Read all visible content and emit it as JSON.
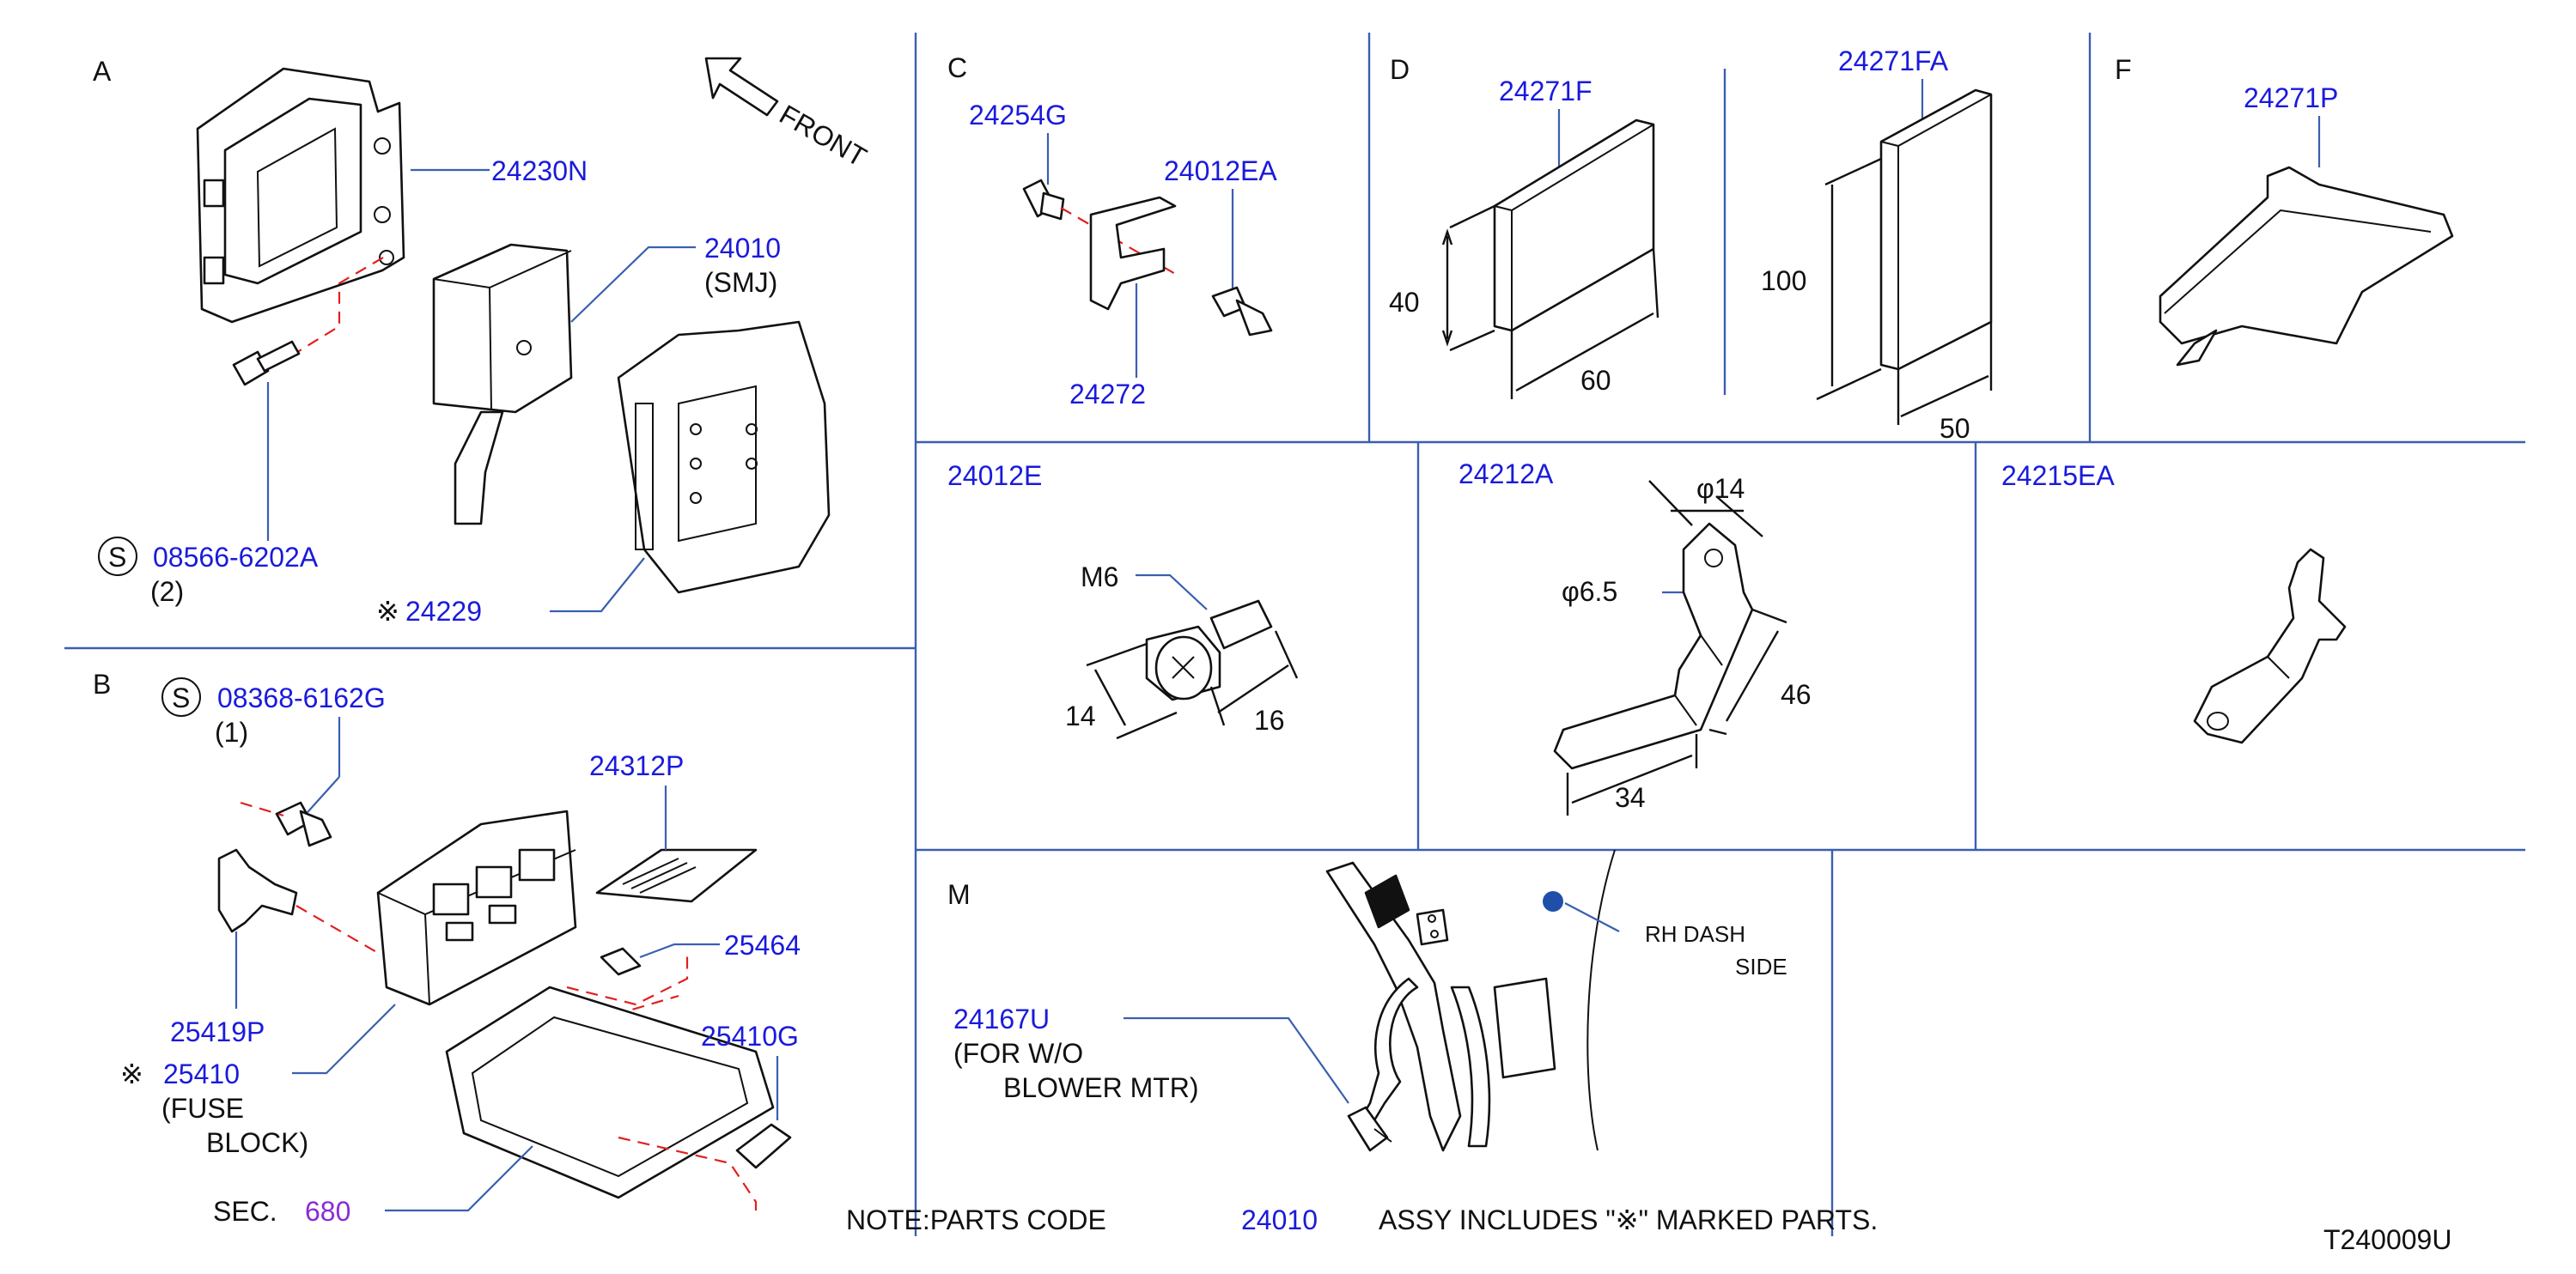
{
  "sections": {
    "A": {
      "letter": "A",
      "parts": {
        "bracket": "24230N",
        "smj": "24010",
        "smj_note": "(SMJ)",
        "bolt": "08566-6202A",
        "bolt_qty": "(2)",
        "relay": "24229",
        "mark": "※",
        "s_symbol": "S"
      },
      "front": "FRONT"
    },
    "B": {
      "letter": "B",
      "parts": {
        "bolt": "08368-6162G",
        "bolt_qty": "(1)",
        "s_symbol": "S",
        "label_sheet": "24312P",
        "fuse": "25464",
        "bracket": "25419P",
        "puller": "25410G",
        "fuse_block": "25410",
        "fuse_block_note1": "(FUSE",
        "fuse_block_note2": "BLOCK)",
        "mark": "※",
        "sec_label": "SEC.",
        "sec_num": "680"
      }
    },
    "C": {
      "letter": "C",
      "parts": {
        "clip": "24254G",
        "bolt": "24012EA",
        "bracket": "24272"
      }
    },
    "D": {
      "letter": "D",
      "parts": {
        "pad1": "24271F",
        "pad2": "24271FA"
      },
      "dims": {
        "pad1_h": "40",
        "pad1_w": "60",
        "pad2_h": "100",
        "pad2_w": "50"
      }
    },
    "F": {
      "letter": "F",
      "parts": {
        "pad": "24271P"
      }
    },
    "E1": {
      "part": "24012E",
      "dims": {
        "thread": "M6",
        "head": "14",
        "length": "16"
      }
    },
    "E2": {
      "part": "24212A",
      "dims": {
        "outer": "φ14",
        "hole": "φ6.5",
        "height": "46",
        "width": "34"
      }
    },
    "E3": {
      "part": "24215EA"
    },
    "M": {
      "letter": "M",
      "parts": {
        "harness": "24167U",
        "note1": "(FOR  W/O",
        "note2": "BLOWER  MTR)"
      },
      "rh1": "RH   DASH",
      "rh2": "SIDE"
    }
  },
  "note": {
    "prefix": "NOTE:PARTS   CODE",
    "code": "24010",
    "suffix": "ASSY   INCLUDES   \"※\"   MARKED   PARTS."
  },
  "figure_id": "T240009U",
  "colors": {
    "part_number": "#1a1adc",
    "divider": "#3a5fb0",
    "hidden_line": "#e02020",
    "section_ref": "#8a2bd6",
    "dot": "#1f4fa8"
  }
}
